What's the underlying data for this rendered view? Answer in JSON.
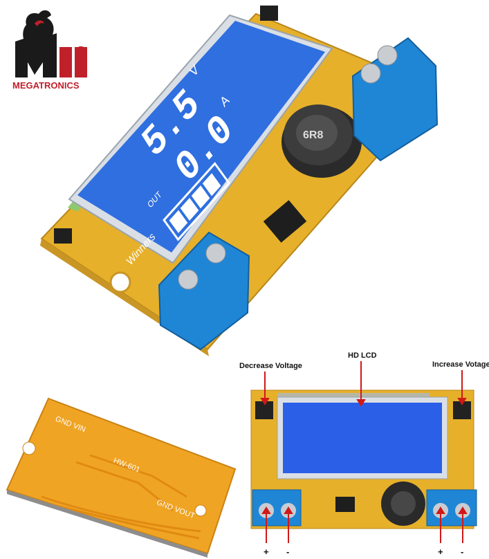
{
  "brand": {
    "name": "MEGATRONICS",
    "color": "#c0202a"
  },
  "lcd": {
    "voltage": "5.5",
    "voltage_unit": "V",
    "current": "0.0",
    "current_unit": "A",
    "out_label": "OUT",
    "brand_label": "Winners"
  },
  "inductor_marking": "6R8",
  "pcb_labels": {
    "gnd_vin": "GND VIN",
    "gnd_vout": "GND VOUT",
    "hw": "HW",
    "model": "HW-601"
  },
  "callouts": {
    "decrease": "Decrease Voltage",
    "lcd": "HD LCD",
    "increase": "Increase Votage"
  },
  "polarity": {
    "in_plus": "+",
    "in_minus": "-",
    "out_plus": "+",
    "out_minus": "-"
  },
  "colors": {
    "pcb": "#e6b02a",
    "terminal": "#1f86d6",
    "lcd": "#2f6fe0",
    "arrow": "#d01818"
  }
}
